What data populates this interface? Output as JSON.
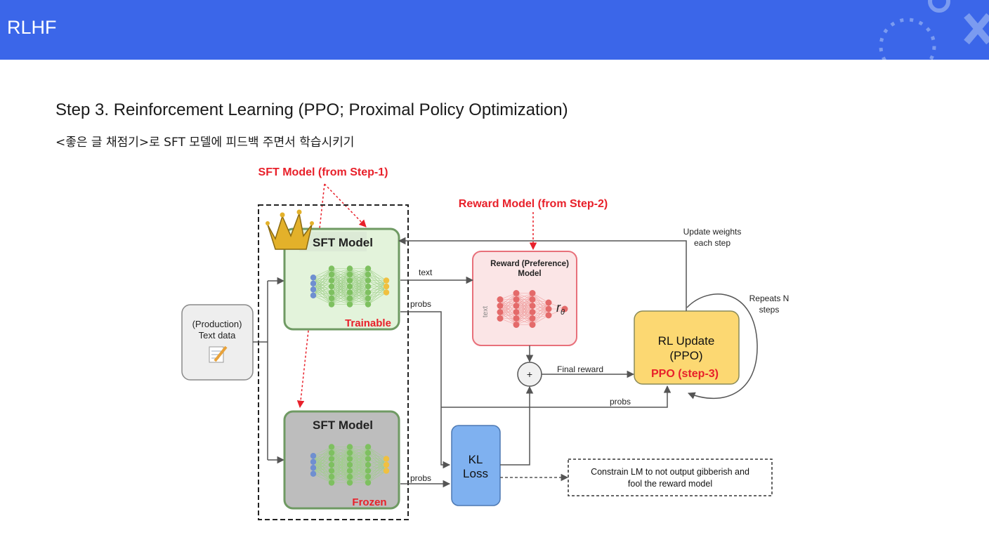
{
  "header": {
    "title": "RLHF"
  },
  "slide": {
    "title": "Step 3. Reinforcement Learning (PPO; Proximal Policy Optimization)",
    "subtitle": "<좋은 글 채점기>로 SFT 모델에 피드백 주면서 학습시키기"
  },
  "diagram": {
    "sft_annotation": "SFT Model (from Step-1)",
    "reward_annotation": "Reward Model (from Step-2)",
    "input_line1": "(Production)",
    "input_line2": "Text data",
    "sft_trainable_title": "SFT Model",
    "trainable_label": "Trainable",
    "sft_frozen_title": "SFT Model",
    "frozen_label": "Frozen",
    "reward_line1": "Reward (Preference)",
    "reward_line2": "Model",
    "reward_input_label": "text",
    "reward_symbol": "r",
    "reward_symbol_sub": "θ",
    "edge_text": "text",
    "edge_probs_top": "probs",
    "edge_probs_bottom": "probs",
    "edge_probs_rl": "probs",
    "plus_symbol": "+",
    "final_reward": "Final reward",
    "update_line1": "Update weights",
    "update_line2": "each step",
    "repeat_line1": "Repeats N",
    "repeat_line2": "steps",
    "rl_line1": "RL Update",
    "rl_line2": "(PPO)",
    "rl_line3": "PPO (step-3)",
    "kl_line1": "KL",
    "kl_line2": "Loss",
    "constrain_line1": "Constrain LM to not output gibberish and",
    "constrain_line2": "fool the reward model"
  },
  "colors": {
    "header": "#3b66e9",
    "annotation_red": "#e8202a",
    "trainable_fill": "#e3f3db",
    "frozen_fill": "#bdbdbd",
    "reward_fill": "#fbe5e6",
    "rl_fill": "#fcd872",
    "kl_fill": "#7fb1f0"
  }
}
